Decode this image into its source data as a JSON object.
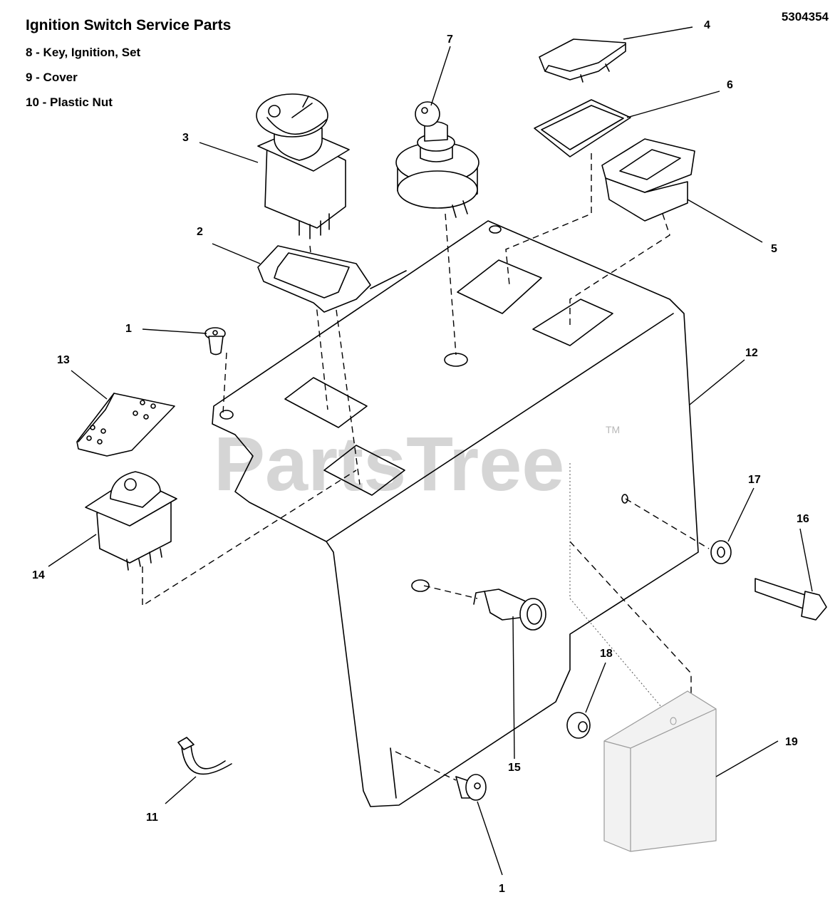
{
  "header": {
    "title": "Ignition Switch Service Parts",
    "document_number": "5304354",
    "service_notes": [
      "8 - Key, Ignition, Set",
      "9 - Cover",
      "10 - Plastic Nut"
    ]
  },
  "watermark": {
    "text": "PartsTree",
    "trademark": "TM"
  },
  "callouts": [
    {
      "id": "callout-1-bolt-top",
      "label": "1"
    },
    {
      "id": "callout-1-bolt-bottom",
      "label": "1"
    },
    {
      "id": "callout-2-bezel",
      "label": "2"
    },
    {
      "id": "callout-3-pto-switch",
      "label": "3"
    },
    {
      "id": "callout-4-switch-cap",
      "label": "4"
    },
    {
      "id": "callout-5-rocker-switch",
      "label": "5"
    },
    {
      "id": "callout-6-gasket",
      "label": "6"
    },
    {
      "id": "callout-7-ignition-switch",
      "label": "7"
    },
    {
      "id": "callout-11-cable-tie",
      "label": "11"
    },
    {
      "id": "callout-12-dash-panel",
      "label": "12"
    },
    {
      "id": "callout-13-rocker-cap",
      "label": "13"
    },
    {
      "id": "callout-14-rocker-switch",
      "label": "14"
    },
    {
      "id": "callout-15-indicator-light",
      "label": "15"
    },
    {
      "id": "callout-16-bolt",
      "label": "16"
    },
    {
      "id": "callout-17-washer",
      "label": "17"
    },
    {
      "id": "callout-18-grommet",
      "label": "18"
    },
    {
      "id": "callout-19-module",
      "label": "19"
    }
  ]
}
